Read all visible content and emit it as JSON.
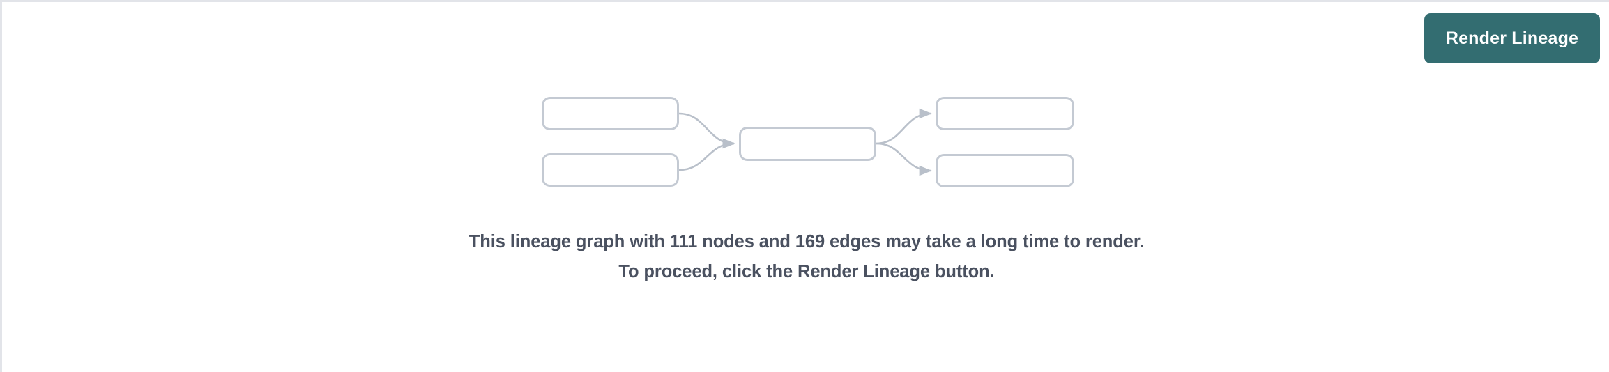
{
  "page": {
    "background_color": "#ffffff",
    "border_color": "#e2e4e9"
  },
  "toolbar": {
    "render_lineage_label": "Render Lineage",
    "render_lineage_color": "#336d71",
    "render_lineage_text_color": "#ffffff"
  },
  "warning": {
    "message": "This lineage graph with 111 nodes and 169 edges may take a long time to render. To proceed, click the Render Lineage button.",
    "node_count": "111",
    "edge_count": "169",
    "text_color": "#4a5160"
  },
  "placeholder_graph": {
    "node_border_color": "#c4cad3",
    "edge_color": "#b9c0ca",
    "nodes": [
      {
        "id": "src-1",
        "label": ""
      },
      {
        "id": "src-2",
        "label": ""
      },
      {
        "id": "mid",
        "label": ""
      },
      {
        "id": "dst-1",
        "label": ""
      },
      {
        "id": "dst-2",
        "label": ""
      }
    ],
    "edges": [
      {
        "from": "src-1",
        "to": "mid"
      },
      {
        "from": "src-2",
        "to": "mid"
      },
      {
        "from": "mid",
        "to": "dst-1"
      },
      {
        "from": "mid",
        "to": "dst-2"
      }
    ]
  }
}
